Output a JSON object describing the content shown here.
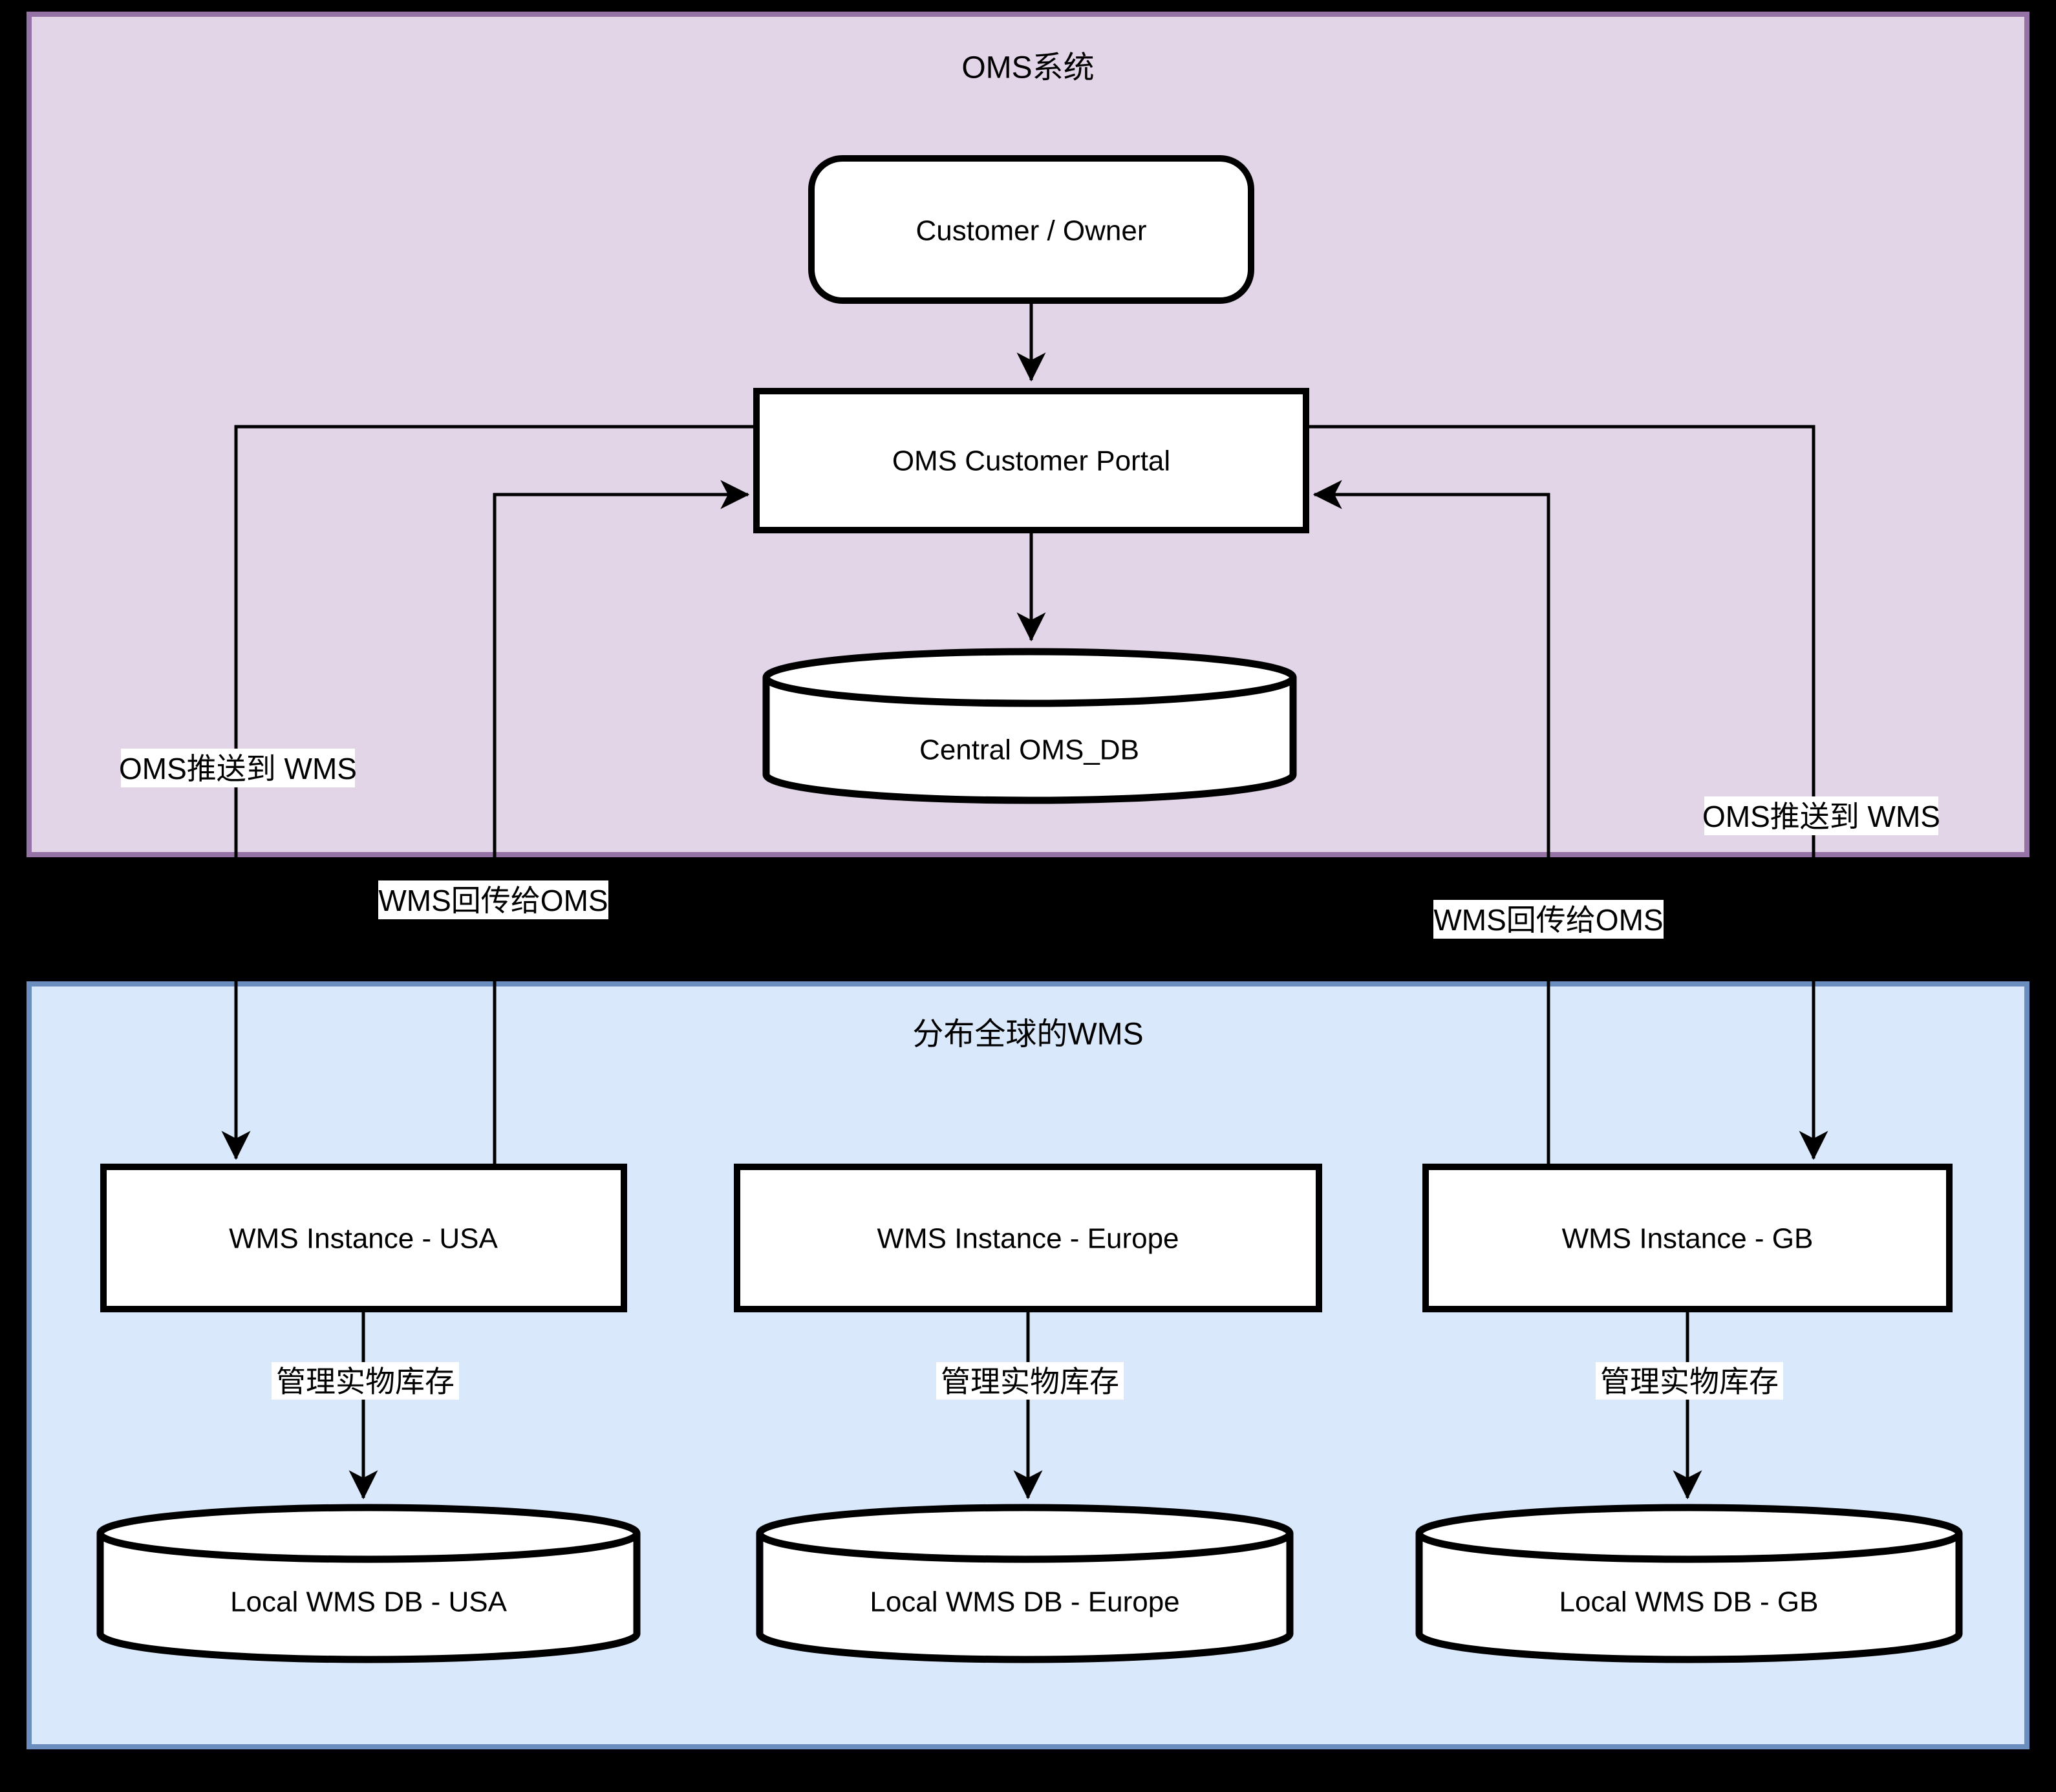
{
  "diagram": {
    "colors": {
      "background": "#000000",
      "node_fill": "#ffffff",
      "line": "#000000",
      "label_bg": "#ffffff"
    },
    "containers": {
      "oms": {
        "title": "OMS系统",
        "fill": "#e1d5e7",
        "border": "#9673a6"
      },
      "wms": {
        "title": "分布全球的WMS",
        "fill": "#dae8fc",
        "border": "#6c8ebf"
      }
    },
    "nodes": {
      "customer": {
        "label": "Customer / Owner"
      },
      "portal": {
        "label": "OMS Customer Portal"
      },
      "central_db": {
        "label": "Central OMS_DB"
      },
      "wms_usa": {
        "label": "WMS Instance - USA"
      },
      "wms_europe": {
        "label": "WMS Instance - Europe"
      },
      "wms_gb": {
        "label": "WMS Instance - GB"
      },
      "db_usa": {
        "label": "Local WMS DB - USA"
      },
      "db_europe": {
        "label": "Local WMS DB - Europe"
      },
      "db_gb": {
        "label": "Local WMS DB - GB"
      }
    },
    "edges": {
      "push_left": {
        "label": "OMS推送到 WMS"
      },
      "return_left": {
        "label": "WMS回传给OMS"
      },
      "push_right": {
        "label": "OMS推送到 WMS"
      },
      "return_right": {
        "label": "WMS回传给OMS"
      },
      "manage_usa": {
        "label": "管理实物库存"
      },
      "manage_europe": {
        "label": "管理实物库存"
      },
      "manage_gb": {
        "label": "管理实物库存"
      }
    }
  }
}
